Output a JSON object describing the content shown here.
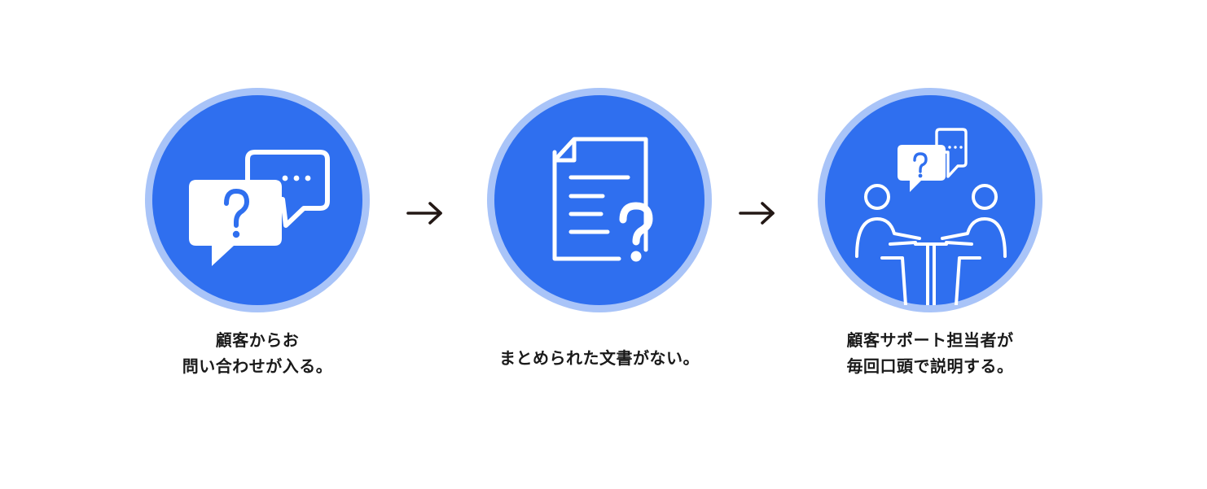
{
  "colors": {
    "circle_fill": "#2f6fef",
    "circle_ring": "#a9c4f8",
    "icon_stroke": "#ffffff",
    "arrow": "#231815",
    "text": "#1a1a1a"
  },
  "steps": [
    {
      "icon": "question-chat-bubbles-icon",
      "caption_lines": [
        "顧客からお",
        "問い合わせが入る。"
      ]
    },
    {
      "icon": "document-question-icon",
      "caption_lines": [
        "まとめられた文書がない。"
      ]
    },
    {
      "icon": "people-meeting-question-icon",
      "caption_lines": [
        "顧客サポート担当者が",
        "毎回口頭で説明する。"
      ]
    }
  ],
  "connectors": [
    {
      "icon": "right-arrow-icon",
      "from": 0,
      "to": 1
    },
    {
      "icon": "right-arrow-icon",
      "from": 1,
      "to": 2
    }
  ]
}
